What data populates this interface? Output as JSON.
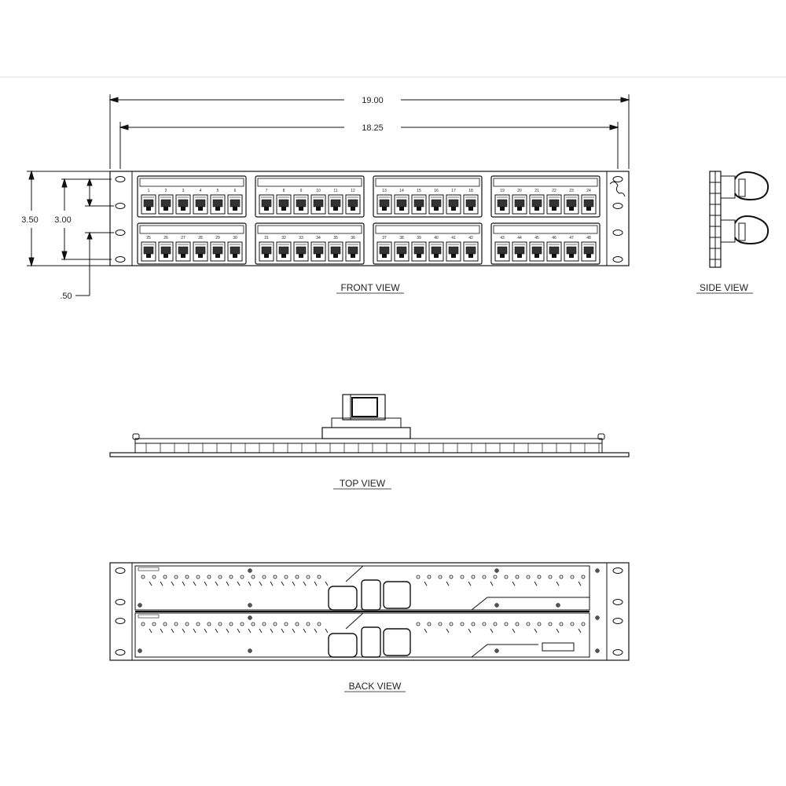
{
  "dimensions": {
    "overall_width": "19.00",
    "inner_width": "18.25",
    "overall_height": "3.50",
    "inner_height": "3.00",
    "hole_offset": ".50"
  },
  "captions": {
    "front": "FRONT VIEW",
    "side": "SIDE VIEW",
    "top": "TOP VIEW",
    "back": "BACK VIEW"
  },
  "front_panel": {
    "port_rows": [
      [
        "1",
        "2",
        "3",
        "4",
        "5",
        "6",
        "7",
        "8",
        "9",
        "10",
        "11",
        "12",
        "13",
        "14",
        "15",
        "16",
        "17",
        "18",
        "19",
        "20",
        "21",
        "22",
        "23",
        "24"
      ],
      [
        "25",
        "26",
        "27",
        "28",
        "29",
        "30",
        "31",
        "32",
        "33",
        "34",
        "35",
        "36",
        "37",
        "38",
        "39",
        "40",
        "41",
        "42",
        "43",
        "44",
        "45",
        "46",
        "47",
        "48"
      ]
    ]
  },
  "colors": {
    "line": "#111111",
    "background": "#ffffff",
    "rule": "#dddddd"
  }
}
